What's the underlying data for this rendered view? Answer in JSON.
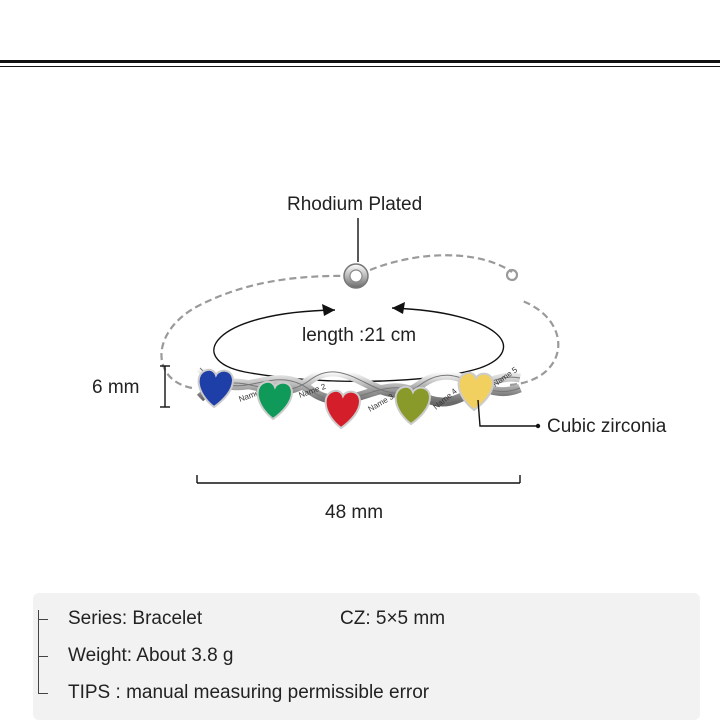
{
  "annotations": {
    "material": "Rhodium Plated",
    "length": "length :21 cm",
    "height": "6 mm",
    "stone": "Cubic zirconia",
    "width": "48 mm"
  },
  "engravings": [
    "Name 1",
    "Name 2",
    "Name 3",
    "Name 4",
    "Name 5"
  ],
  "stone_colors": [
    "#1f3fa8",
    "#0f9a5a",
    "#d41e2a",
    "#8a9a2a",
    "#f1d060"
  ],
  "specs": {
    "series": "Series: Bracelet",
    "cz": "CZ: 5×5 mm",
    "weight": "Weight: About 3.8 g",
    "tips": "TIPS : manual measuring permissible error"
  }
}
